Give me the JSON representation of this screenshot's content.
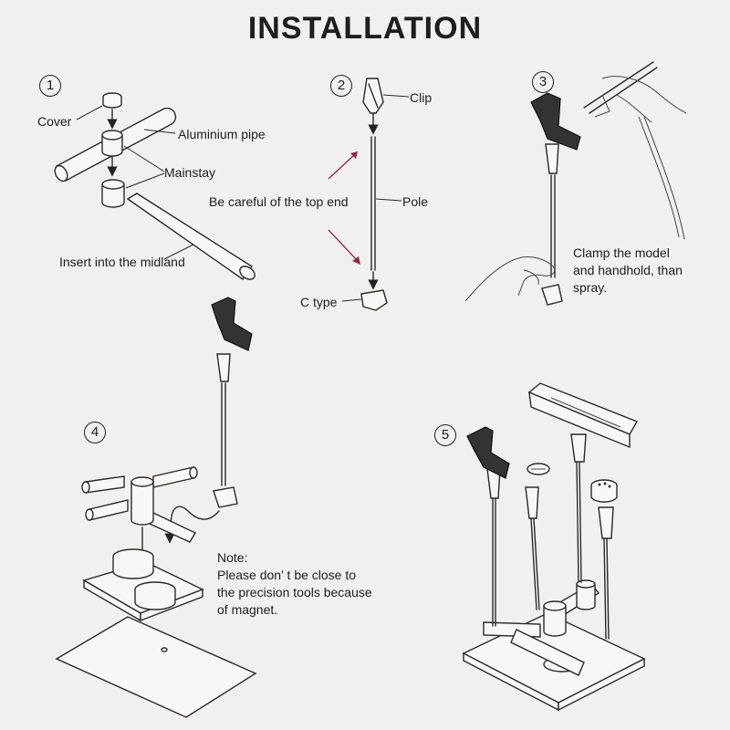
{
  "title": "INSTALLATION",
  "steps": {
    "s1": {
      "num": "1",
      "cover": "Cover",
      "aluminium_pipe": "Aluminium pipe",
      "mainstay": "Mainstay",
      "insert": "Insert into the midland"
    },
    "s2": {
      "num": "2",
      "clip": "Clip",
      "careful": "Be careful of the top end",
      "pole": "Pole",
      "ctype": "C type"
    },
    "s3": {
      "num": "3",
      "line1": "Clamp the model",
      "line2": "and handhold, than",
      "line3": "spray."
    },
    "s4": {
      "num": "4",
      "note_title": "Note:",
      "note_line1": "Please don’ t be close to",
      "note_line2": "the precision tools because",
      "note_line3": "of magnet."
    },
    "s5": {
      "num": "5"
    }
  },
  "colors": {
    "ink": "#1e1e1e",
    "background": "#f1f0ee",
    "accent_arrow": "#8a2a40"
  }
}
